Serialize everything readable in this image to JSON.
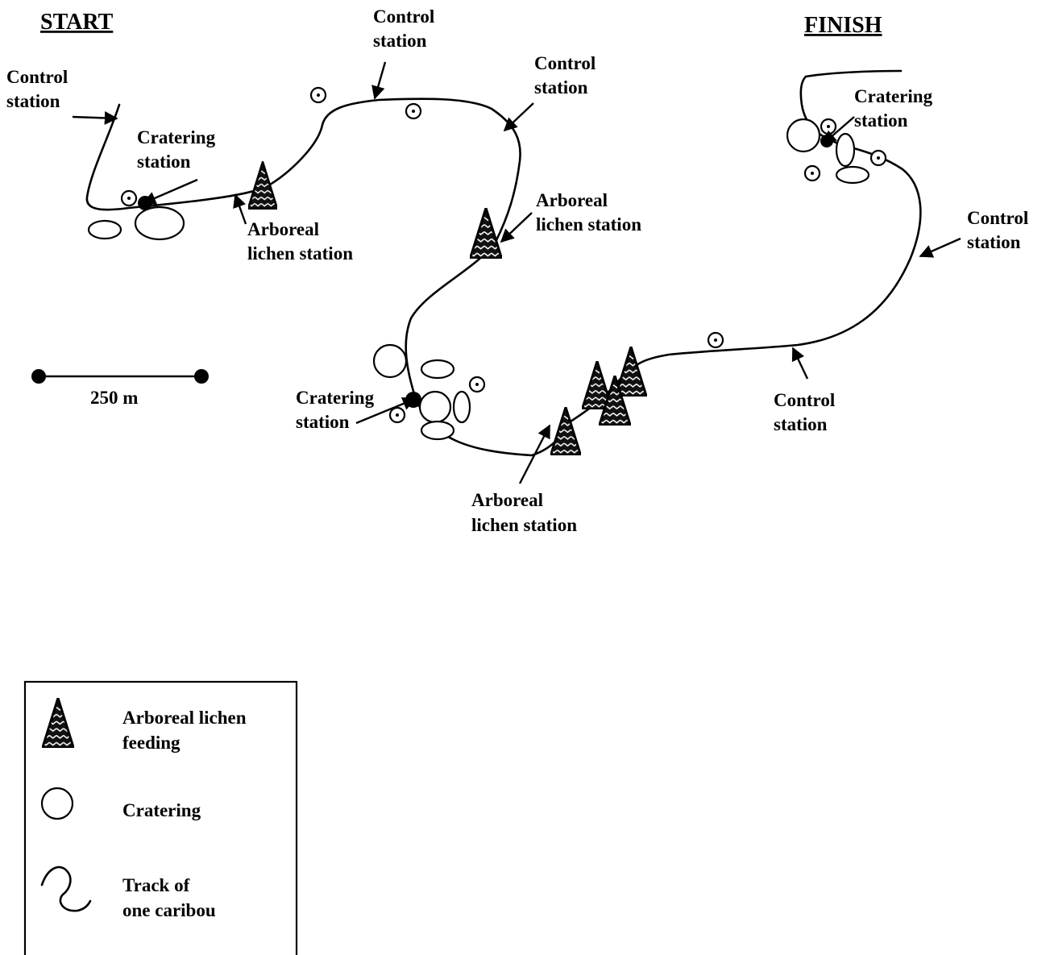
{
  "labels": {
    "start": "START",
    "finish": "FINISH",
    "control_station_line1": "Control",
    "control_station_line2": "station",
    "cratering_line1": "Cratering",
    "cratering_line2": "station",
    "arboreal_line1": "Arboreal",
    "arboreal_line2": "lichen station",
    "scale": "250 m"
  },
  "legend": {
    "arboreal_line1": "Arboreal lichen",
    "arboreal_line2": "feeding",
    "cratering": "Cratering",
    "track_line1": "Track of",
    "track_line2": "one caribou"
  }
}
